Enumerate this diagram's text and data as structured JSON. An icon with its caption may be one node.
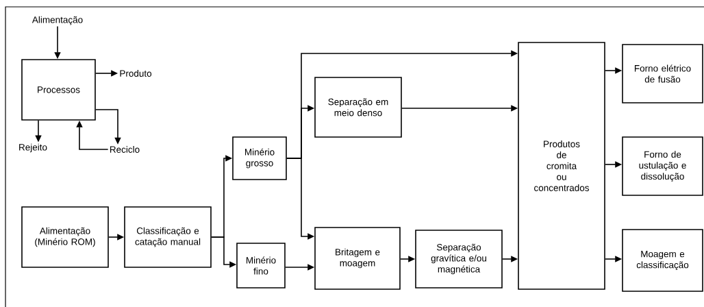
{
  "diagram": {
    "nodes": [
      {
        "text": [
          "Alimentação"
        ]
      },
      {
        "text": [
          "Processos"
        ]
      },
      {
        "text": [
          "Produto"
        ]
      },
      {
        "text": [
          "Rejeito"
        ]
      },
      {
        "text": [
          "Reciclo"
        ]
      },
      {
        "text": [
          "Alimentação (Minério ROM)"
        ]
      },
      {
        "text": [
          "Classificação e catação manual"
        ]
      },
      {
        "text": [
          "Minério grosso"
        ]
      },
      {
        "text": [
          "Minério fino"
        ]
      },
      {
        "text": [
          "Separação em meio denso"
        ]
      },
      {
        "text": [
          "Britagem e moagem"
        ]
      },
      {
        "text": [
          "Separação gravítica e/ou magnética"
        ]
      },
      {
        "text": [
          "Produtos de cromita ou concentrados"
        ]
      },
      {
        "text": [
          "Forno elétrico de fusão"
        ]
      },
      {
        "text": [
          "Forno de ustulação e dissolução"
        ]
      },
      {
        "text": [
          "Moagem e classificação"
        ]
      }
    ],
    "edges": [
      {
        "from": 0,
        "to": 1,
        "arrow": "to"
      },
      {
        "from": 1,
        "to": 2,
        "arrow": "to"
      },
      {
        "from": 1,
        "to": 3,
        "arrow": "to"
      },
      {
        "from": 1,
        "to": 4,
        "arrow": "to"
      },
      {
        "from": 4,
        "to": 1,
        "arrow": "to"
      },
      {
        "from": 5,
        "to": 6,
        "arrow": "to"
      },
      {
        "from": 6,
        "to": 7,
        "arrow": "to"
      },
      {
        "from": 6,
        "to": 8,
        "arrow": "to"
      },
      {
        "from": 7,
        "to": 12,
        "arrow": "to"
      },
      {
        "from": 7,
        "to": 9,
        "arrow": "to"
      },
      {
        "from": 7,
        "to": 10,
        "arrow": "to"
      },
      {
        "from": 8,
        "to": 10,
        "arrow": "to"
      },
      {
        "from": 9,
        "to": 12,
        "arrow": "to"
      },
      {
        "from": 10,
        "to": 11,
        "arrow": "to"
      },
      {
        "from": 11,
        "to": 12,
        "arrow": "to"
      },
      {
        "from": 12,
        "to": 13,
        "arrow": "to"
      },
      {
        "from": 12,
        "to": 14,
        "arrow": "to"
      },
      {
        "from": 12,
        "to": 15,
        "arrow": "to"
      }
    ]
  }
}
